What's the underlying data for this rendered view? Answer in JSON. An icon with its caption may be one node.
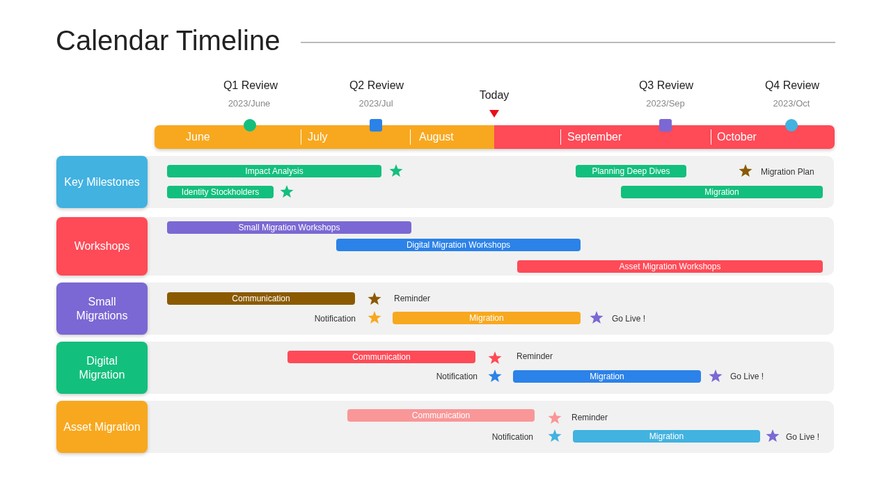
{
  "diagram": {
    "title": "Calendar Timeline",
    "nodes": [
      {
        "text": [
          "June",
          "July",
          "August",
          "September",
          "October"
        ]
      },
      {
        "text": [
          "Key Milestones"
        ]
      },
      {
        "text": [
          "Impact Analysis"
        ]
      },
      {
        "text": [
          "Identity Stockholders"
        ]
      },
      {
        "text": [
          "Planning Deep Dives"
        ]
      },
      {
        "text": [
          "Migration"
        ]
      },
      {
        "text": [
          "Workshops"
        ]
      },
      {
        "text": [
          "Small Migration Workshops"
        ]
      },
      {
        "text": [
          "Digital Migration Workshops"
        ]
      },
      {
        "text": [
          "Asset Migration Workshops"
        ]
      },
      {
        "text": [
          "Small Migrations"
        ]
      },
      {
        "text": [
          "Communication"
        ]
      },
      {
        "text": [
          "Migration"
        ]
      },
      {
        "text": [
          "Digital Migration"
        ]
      },
      {
        "text": [
          "Communication"
        ]
      },
      {
        "text": [
          "Migration"
        ]
      },
      {
        "text": [
          "Asset Migration"
        ]
      },
      {
        "text": [
          "Communication"
        ]
      },
      {
        "text": [
          "Migration"
        ]
      }
    ],
    "labels": [
      "Q1 Review",
      "Q2 Review",
      "Q3 Review",
      "Q4 Review",
      "Today",
      "2023/June",
      "2023/Jul",
      "2023/Sep",
      "2023/Oct",
      "Migration Plan",
      "Reminder",
      "Notification",
      "Go Live !",
      "Reminder",
      "Notification",
      "Go Live !",
      "Reminder",
      "Notification",
      "Go Live !"
    ]
  }
}
